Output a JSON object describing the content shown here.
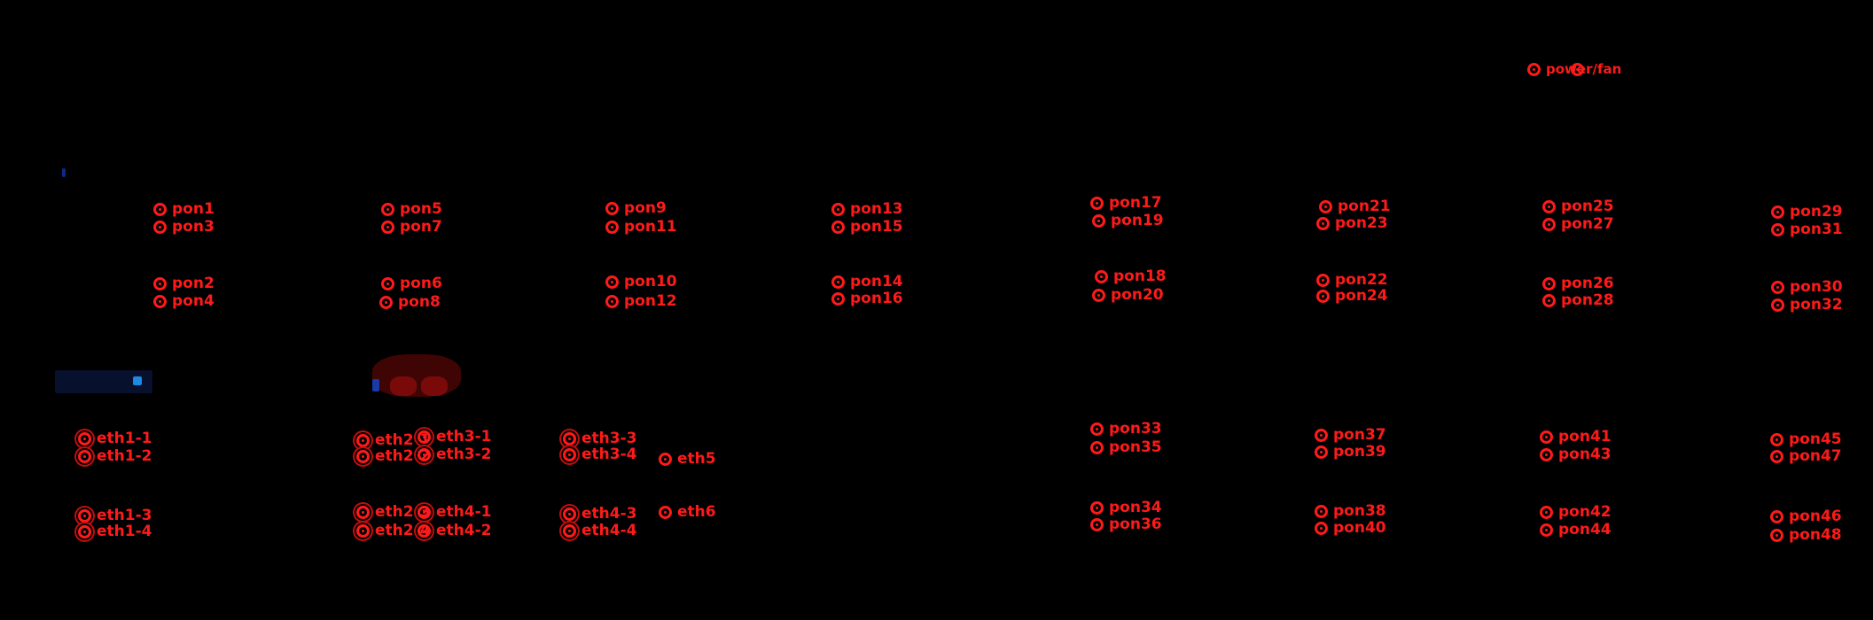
{
  "theme": {
    "background": "#000000",
    "accent": "#ff1a1a"
  },
  "ports": {
    "power_fan": {
      "label": "power/fan",
      "icon": "port-ring-icon"
    },
    "pon": [
      "pon1",
      "pon2",
      "pon3",
      "pon4",
      "pon5",
      "pon6",
      "pon7",
      "pon8",
      "pon9",
      "pon10",
      "pon11",
      "pon12",
      "pon13",
      "pon14",
      "pon15",
      "pon16",
      "pon17",
      "pon18",
      "pon19",
      "pon20",
      "pon21",
      "pon22",
      "pon23",
      "pon24",
      "pon25",
      "pon26",
      "pon27",
      "pon28",
      "pon29",
      "pon30",
      "pon31",
      "pon32",
      "pon33",
      "pon34",
      "pon35",
      "pon36",
      "pon37",
      "pon38",
      "pon39",
      "pon40",
      "pon41",
      "pon42",
      "pon43",
      "pon44",
      "pon45",
      "pon46",
      "pon47",
      "pon48"
    ],
    "eth": [
      "eth1-1",
      "eth1-2",
      "eth1-3",
      "eth1-4",
      "eth2-1",
      "eth2-2",
      "eth2-3",
      "eth2-4",
      "eth3-1",
      "eth3-2",
      "eth3-3",
      "eth3-4",
      "eth4-1",
      "eth4-2",
      "eth4-3",
      "eth4-4",
      "eth5",
      "eth6"
    ]
  }
}
